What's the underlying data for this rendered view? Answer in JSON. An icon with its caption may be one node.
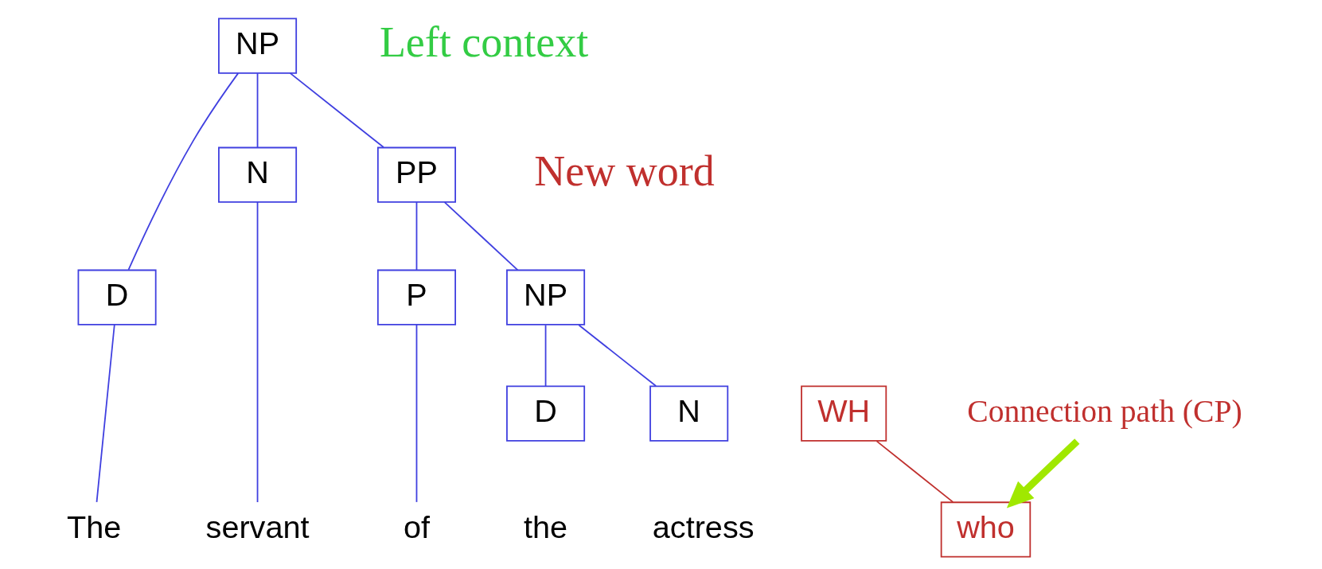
{
  "diagram": {
    "nodes": [
      {
        "text": [
          "NP"
        ]
      },
      {
        "text": [
          "D"
        ]
      },
      {
        "text": [
          "N"
        ]
      },
      {
        "text": [
          "PP"
        ]
      },
      {
        "text": [
          "P"
        ]
      },
      {
        "text": [
          "NP"
        ]
      },
      {
        "text": [
          "D"
        ]
      },
      {
        "text": [
          "N"
        ]
      },
      {
        "text": [
          "WH"
        ]
      },
      {
        "text": [
          "who"
        ]
      },
      {
        "text": [
          "The"
        ]
      },
      {
        "text": [
          "servant"
        ]
      },
      {
        "text": [
          "of"
        ]
      },
      {
        "text": [
          "Connection path (CP)"
        ]
      }
    ],
    "edges": [
      {
        "from": 0,
        "to": 1,
        "arrow": "none"
      },
      {
        "from": 0,
        "to": 2,
        "arrow": "none"
      },
      {
        "from": 0,
        "to": 3,
        "arrow": "none"
      },
      {
        "from": 3,
        "to": 4,
        "arrow": "none"
      },
      {
        "from": 3,
        "to": 5,
        "arrow": "none"
      },
      {
        "from": 5,
        "to": 6,
        "arrow": "none"
      },
      {
        "from": 5,
        "to": 7,
        "arrow": "none"
      },
      {
        "from": 1,
        "to": 10,
        "arrow": "none"
      },
      {
        "from": 2,
        "to": 11,
        "arrow": "none"
      },
      {
        "from": 4,
        "to": 12,
        "arrow": "none"
      },
      {
        "from": 8,
        "to": 9,
        "arrow": "none",
        "color": "#c0302e"
      },
      {
        "from": 13,
        "to": 9,
        "arrow": "to",
        "style": "thick",
        "color": "#a0e800"
      }
    ],
    "labels": [
      "Left context",
      "New word",
      "the",
      "actress"
    ]
  }
}
